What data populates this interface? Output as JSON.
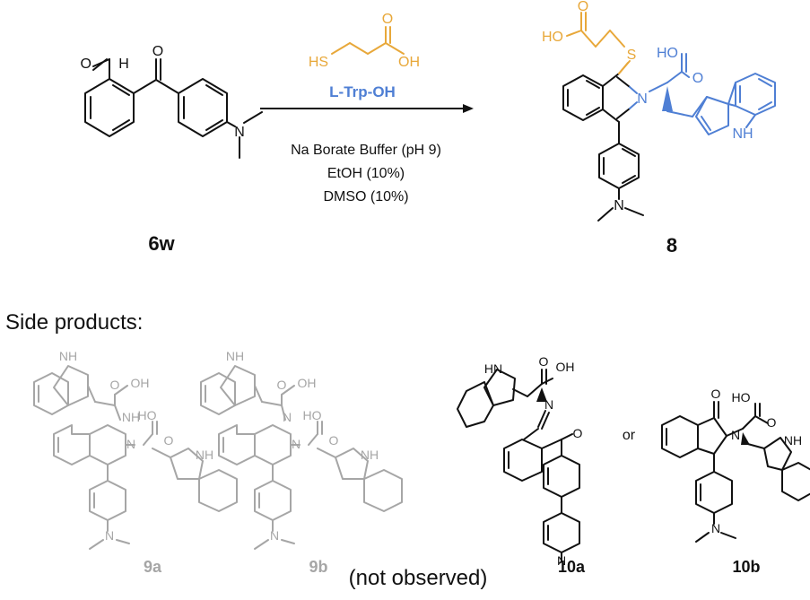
{
  "colors": {
    "ink": "#111111",
    "gray": "#a6a6a6",
    "gold": "#e8a83a",
    "blue": "#4f7fd4"
  },
  "reaction": {
    "reagent_top_atoms": {
      "hs": "HS",
      "o": "O",
      "oh": "OH"
    },
    "reagent_name": "L-Trp-OH",
    "conditions": [
      "Na Borate Buffer (pH 9)",
      "EtOH (10%)",
      "DMSO (10%)"
    ]
  },
  "compounds": {
    "sm": {
      "label": "6w",
      "atoms": {
        "o": "O",
        "h": "H",
        "n": "N",
        "o2": "O"
      }
    },
    "product": {
      "label": "8",
      "atoms": {
        "ho": "HO",
        "o": "O",
        "s": "S",
        "n": "N",
        "ho2": "HO",
        "o2": "O",
        "nh": "NH",
        "n2": "N"
      }
    },
    "s9a": {
      "label": "9a",
      "atoms": {
        "nh_top": "NH",
        "o": "O",
        "oh": "OH",
        "nh": "NH",
        "ho": "HO",
        "o2": "O",
        "n": "N",
        "nh2": "NH",
        "n2": "N"
      }
    },
    "s9b": {
      "label": "9b",
      "atoms": {
        "nh_top": "NH",
        "o": "O",
        "oh": "OH",
        "n": "N",
        "ho": "HO",
        "o2": "O",
        "n2": "N",
        "nh2": "NH",
        "n3": "N"
      }
    },
    "s10a": {
      "label": "10a",
      "atoms": {
        "hn": "HN",
        "o": "O",
        "oh": "OH",
        "n": "N",
        "o2": "O",
        "n2": "N"
      }
    },
    "s10b": {
      "label": "10b",
      "atoms": {
        "o": "O",
        "ho": "HO",
        "o2": "O",
        "n": "N",
        "nh": "NH",
        "n2": "N"
      }
    }
  },
  "side_products_title": "Side products:",
  "or_text": "or",
  "not_observed": "(not observed)"
}
